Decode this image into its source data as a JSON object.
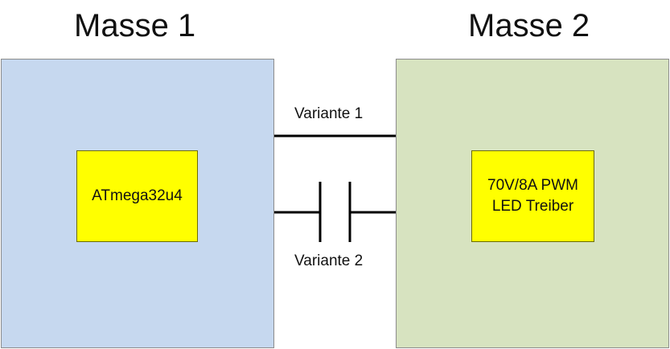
{
  "titles": {
    "left": "Masse 1",
    "right": "Masse 2"
  },
  "blocks": {
    "left_chip": "ATmega32u4",
    "right_chip": "70V/8A PWM\nLED Treiber"
  },
  "connections": {
    "variant1_label": "Variante 1",
    "variant2_label": "Variante 2"
  },
  "colors": {
    "mass1_fill": "#c6d8ef",
    "mass2_fill": "#d7e3c0",
    "chip_fill": "#ffff00",
    "line": "#000000"
  }
}
